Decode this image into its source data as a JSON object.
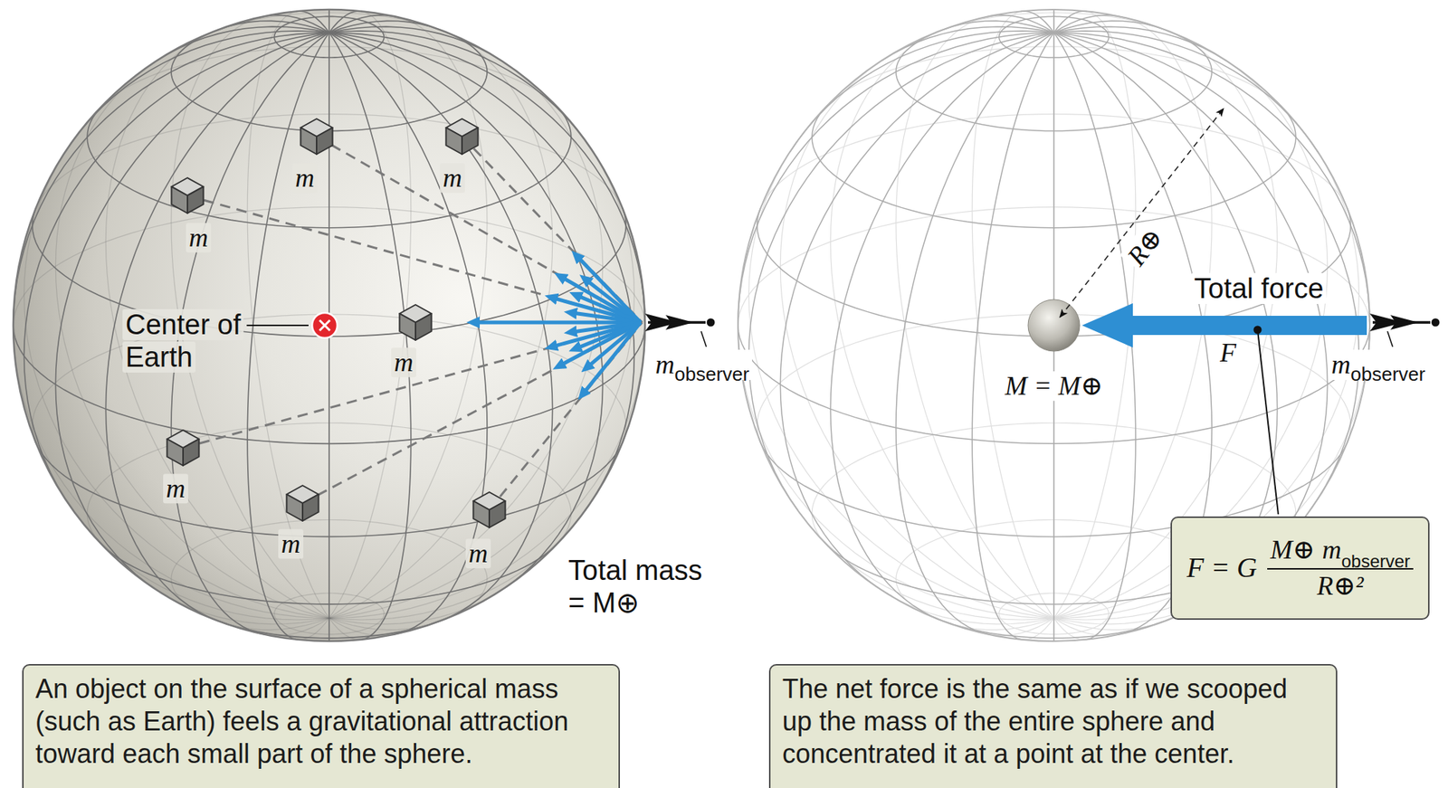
{
  "diagram": {
    "nodes": [
      {
        "text": [
          "An object on the surface of a spherical mass (such as Earth) feels a gravitational attraction toward each small part of the sphere."
        ]
      },
      {
        "text": [
          "F = G",
          "M⊕",
          "m",
          "observer",
          "R⊕²"
        ]
      },
      {
        "text": [
          "The net force is the same as if we scooped up the mass of the entire sphere and concentrated it at a point at the center."
        ]
      }
    ],
    "labels": [
      "m",
      "m",
      "m",
      "Center of Earth",
      "m",
      "m",
      "observer",
      "m",
      "m",
      "m",
      "Total mass = M⊕",
      "R⊕",
      "Total force",
      "M = M⊕",
      "F",
      "m",
      "observer"
    ]
  }
}
